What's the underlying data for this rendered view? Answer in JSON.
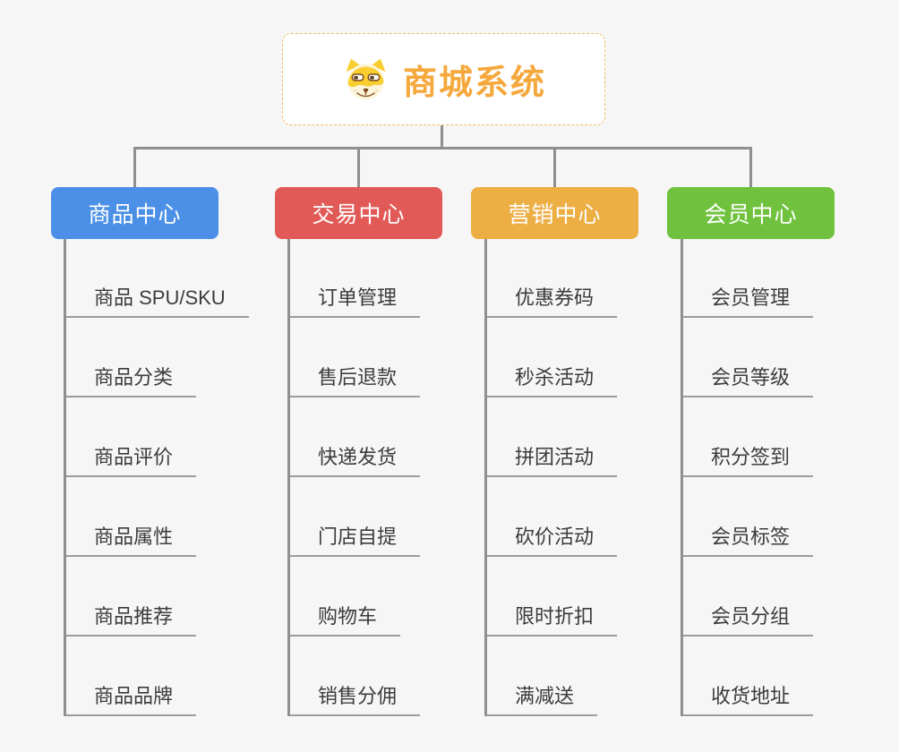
{
  "root": {
    "title": "商城系统",
    "icon": "doge-icon",
    "accent_color": "#F5A83C",
    "border_color": "#EFB95F"
  },
  "canvas": {
    "background_color": "#F6F6F6",
    "connector_color": "#8F8F8F"
  },
  "branches": [
    {
      "label": "商品中心",
      "color": "#4B90E6",
      "children": [
        "商品 SPU/SKU",
        "商品分类",
        "商品评价",
        "商品属性",
        "商品推荐",
        "商品品牌"
      ]
    },
    {
      "label": "交易中心",
      "color": "#E15A57",
      "children": [
        "订单管理",
        "售后退款",
        "快递发货",
        "门店自提",
        "购物车",
        "销售分佣"
      ]
    },
    {
      "label": "营销中心",
      "color": "#EDAE44",
      "children": [
        "优惠券码",
        "秒杀活动",
        "拼团活动",
        "砍价活动",
        "限时折扣",
        "满减送"
      ]
    },
    {
      "label": "会员中心",
      "color": "#70C23E",
      "children": [
        "会员管理",
        "会员等级",
        "积分签到",
        "会员标签",
        "会员分组",
        "收货地址"
      ]
    }
  ]
}
